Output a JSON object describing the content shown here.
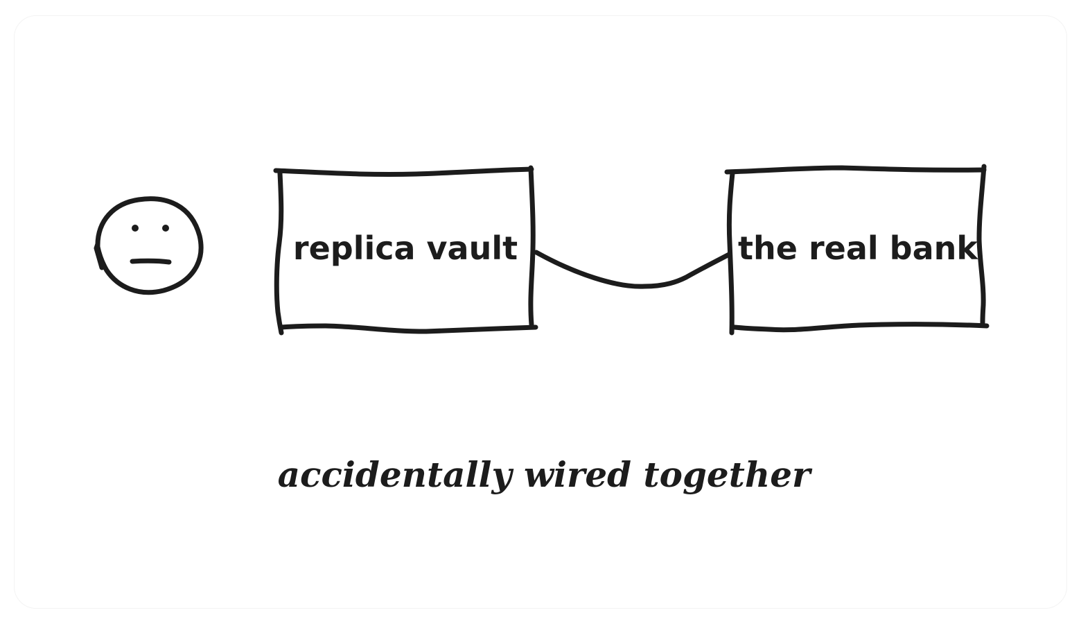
{
  "diagram": {
    "stroke_color": "#1c1c1c",
    "background_color": "#ffffff",
    "face": {
      "icon": "neutral-face-icon"
    },
    "nodes": [
      {
        "id": "replica-vault",
        "label": "replica vault"
      },
      {
        "id": "real-bank",
        "label": "the real bank"
      }
    ],
    "edge": {
      "from": "replica-vault",
      "to": "real-bank"
    },
    "caption": "accidentally wired together"
  }
}
